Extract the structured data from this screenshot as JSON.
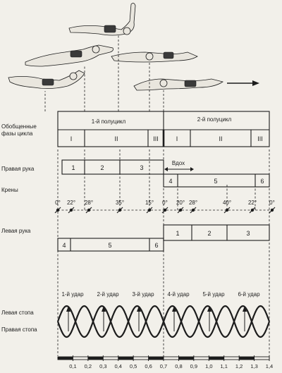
{
  "labels": {
    "generalized_phases_line1": "Обобщенные",
    "generalized_phases_line2": "фазы цикла",
    "right_arm": "Правая рука",
    "rolls": "Крены",
    "left_arm": "Левая рука",
    "left_foot": "Левая стопа",
    "right_foot": "Правая стопа",
    "half_cycle_1": "1-й полуцикл",
    "half_cycle_2": "2-й полуцикл",
    "inhale": "Вдох"
  },
  "phases": [
    "I",
    "II",
    "III",
    "I",
    "II",
    "III"
  ],
  "right_arm": {
    "cells_top": [
      "1",
      "2",
      "3"
    ],
    "cells_bottom": [
      "4",
      "5",
      "6"
    ]
  },
  "left_arm": {
    "cells_top": [
      "1",
      "2",
      "3"
    ],
    "cells_bottom": [
      "4",
      "5",
      "6"
    ]
  },
  "roll_angles": [
    "0°",
    "22°",
    "28°",
    "35°",
    "15°",
    "0°",
    "20°",
    "28°",
    "40°",
    "22°",
    "0°"
  ],
  "kicks": [
    "1-й удар",
    "2-й удар",
    "3-й удар",
    "4-й удар",
    "5-й удар",
    "6-й удар"
  ],
  "time_ticks": [
    "0,1",
    "0,2",
    "0,3",
    "0,4",
    "0,5",
    "0,6",
    "0,7",
    "0,8",
    "0,9",
    "1,0",
    "1,1",
    "1,2",
    "1,3",
    "1,4"
  ],
  "colors": {
    "ink": "#1c1c1c",
    "paper": "#f2f0ea",
    "swimmer_trunks": "#3a3a3a"
  }
}
